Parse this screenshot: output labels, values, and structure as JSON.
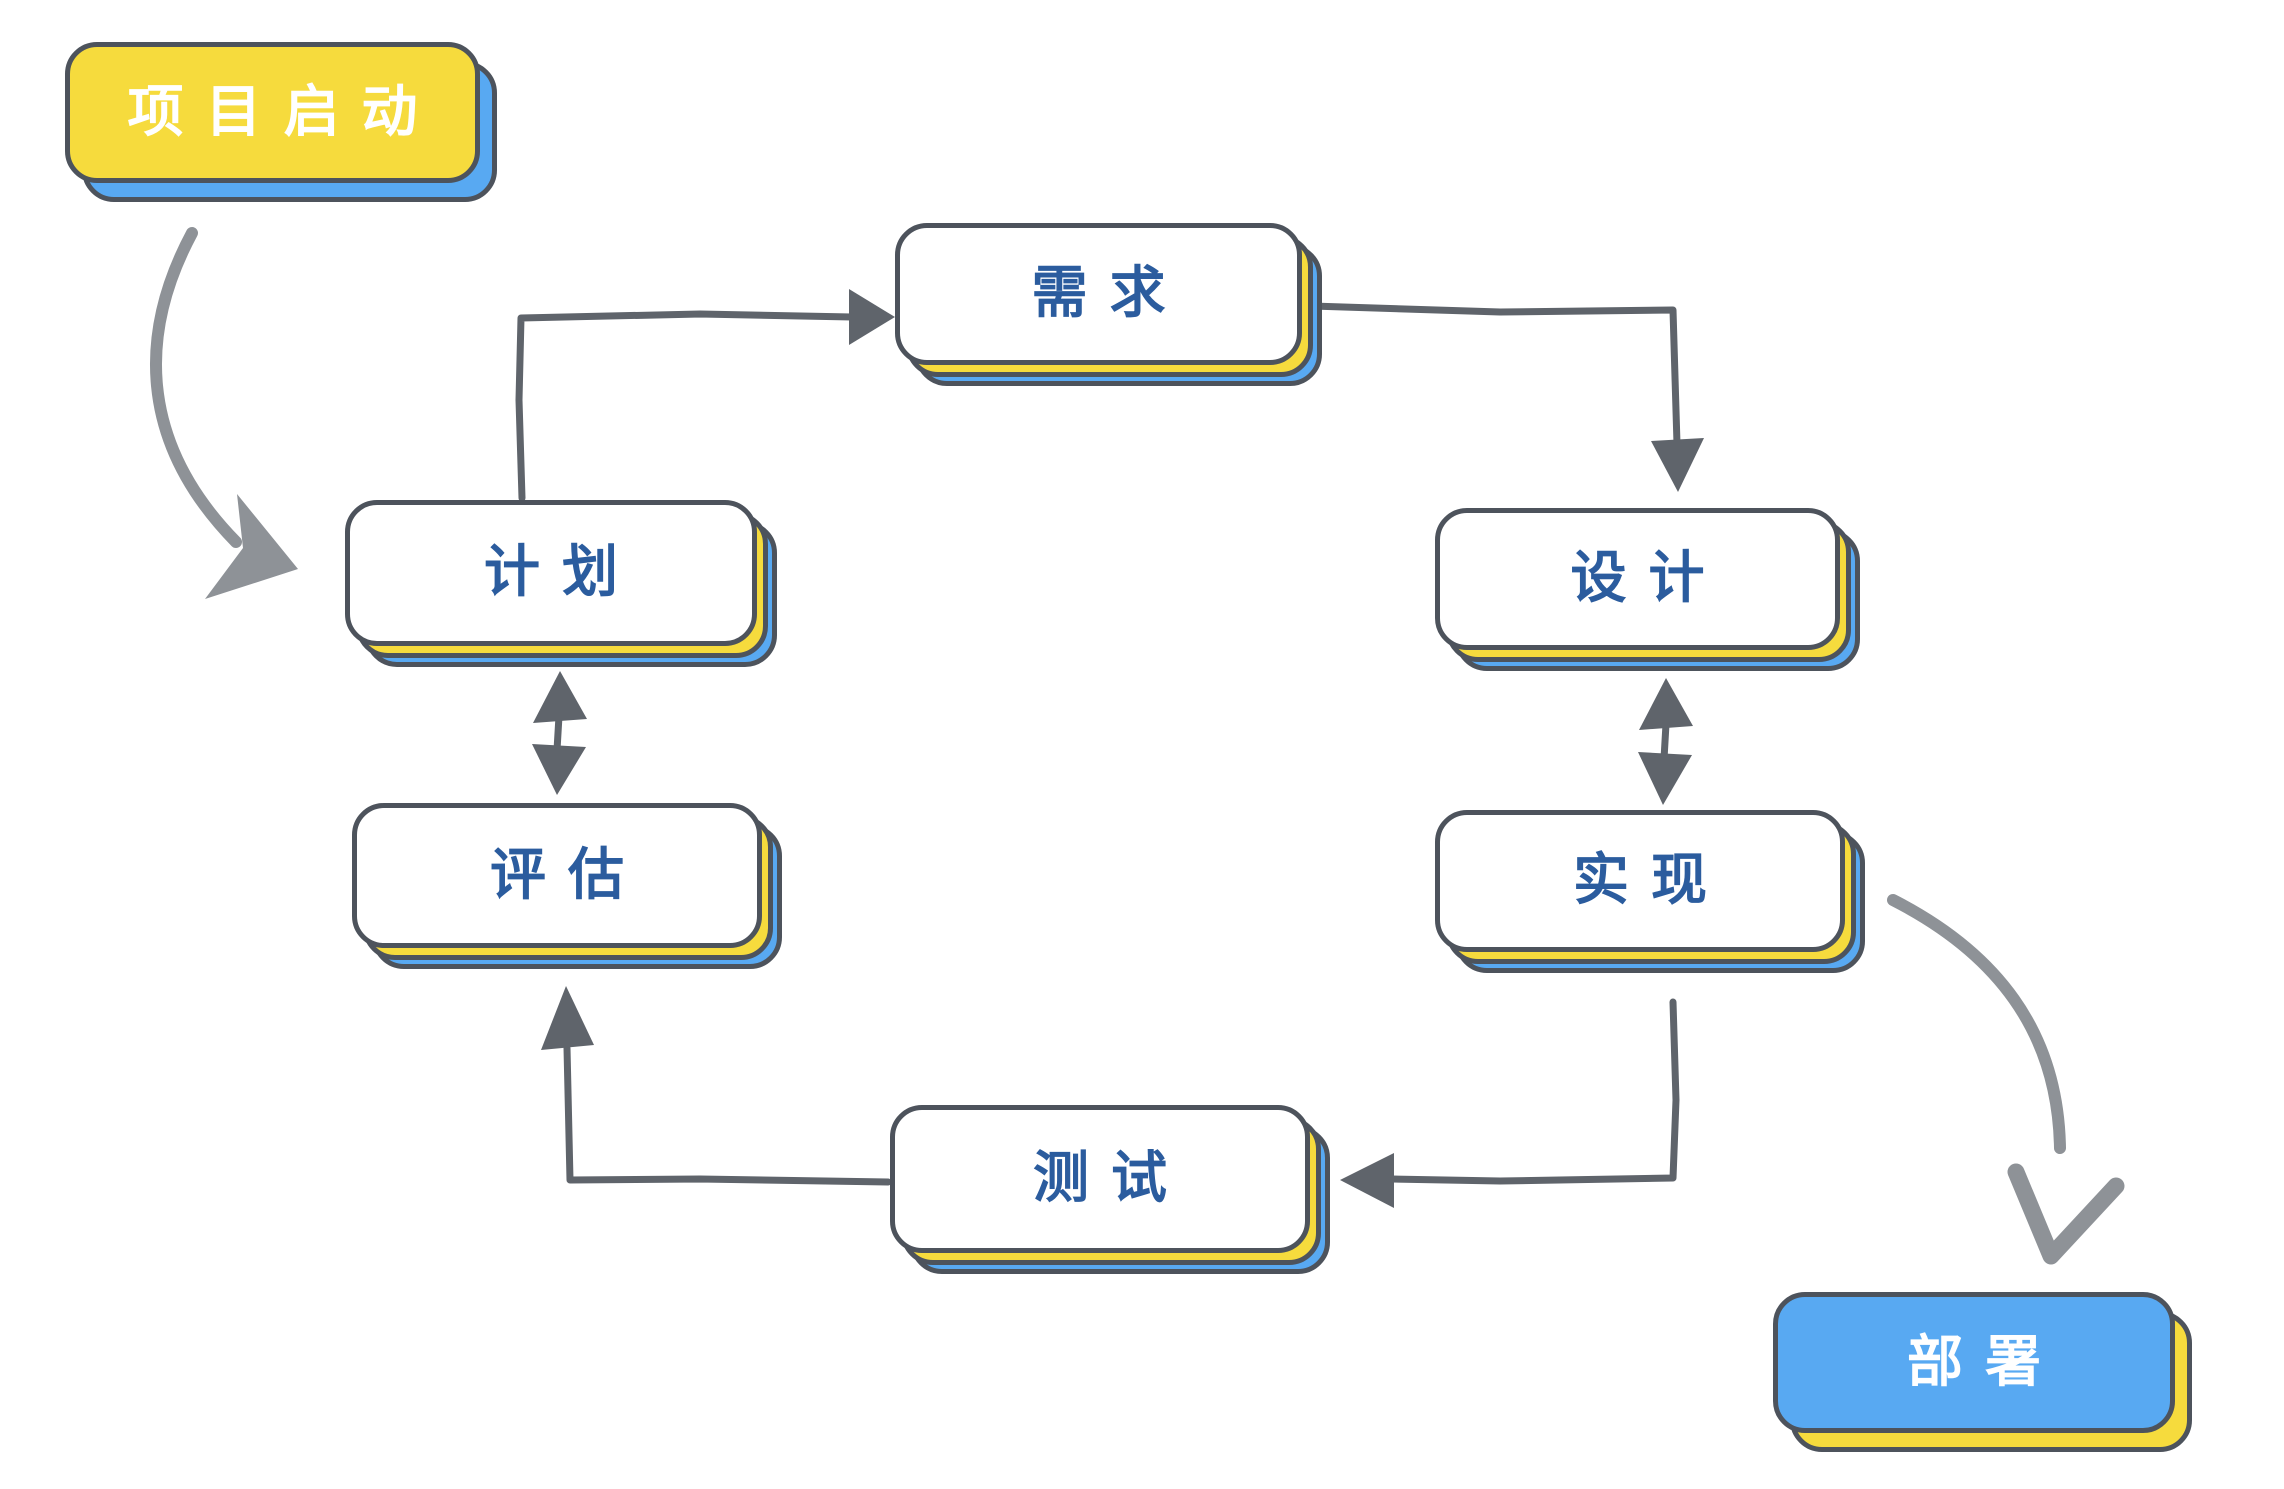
{
  "diagram": {
    "nodes": {
      "start": {
        "label": "项目启动"
      },
      "requirements": {
        "label": "需求"
      },
      "plan": {
        "label": "计划"
      },
      "design": {
        "label": "设计"
      },
      "evaluate": {
        "label": "评估"
      },
      "implement": {
        "label": "实现"
      },
      "test": {
        "label": "测试"
      },
      "deploy": {
        "label": "部署"
      }
    },
    "colors": {
      "yellow": "#F6DB3D",
      "blue": "#58A9F2",
      "box_border": "#4D535C",
      "text_blue": "#2B5C9E",
      "text_white": "#FFFFFF",
      "arrow_dark": "#5F646B",
      "arrow_light": "#8E9297",
      "background": "#FFFFFF"
    }
  }
}
